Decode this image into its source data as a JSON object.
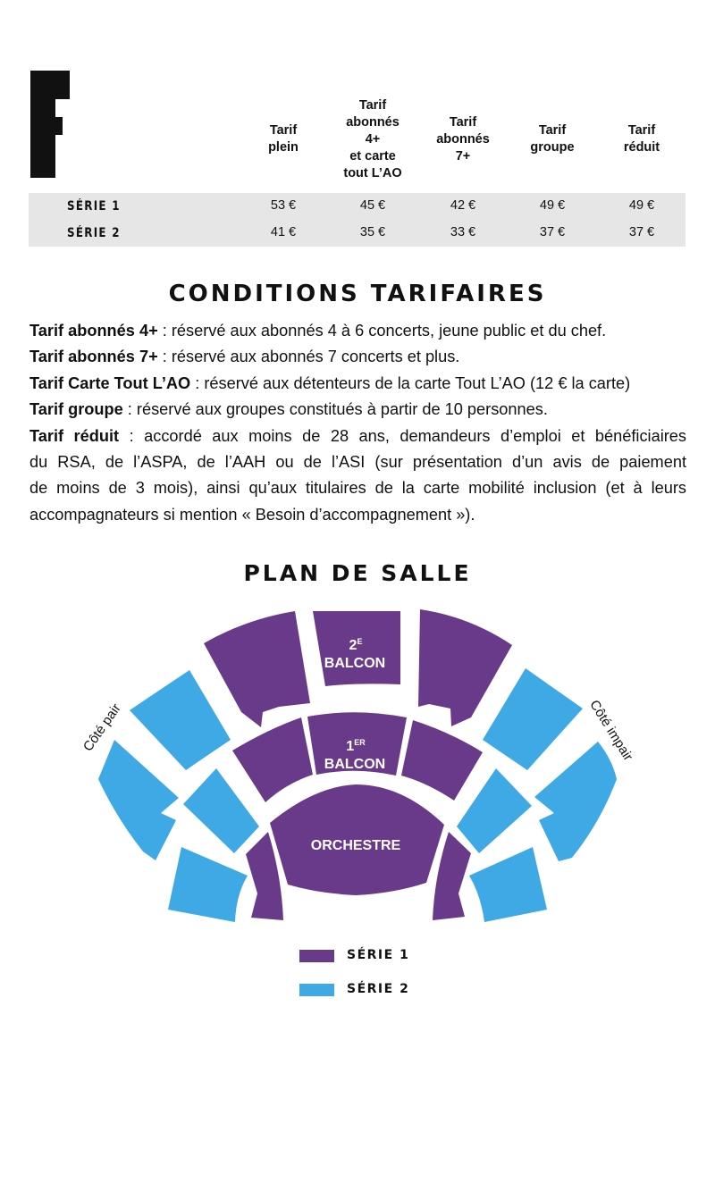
{
  "logo": {
    "letter": "F",
    "color": "#111111"
  },
  "price_table": {
    "headers": [
      "Tarif\nplein",
      "Tarif\nabonnés\n4+\net carte\ntout L’AO",
      "Tarif\nabonnés\n7+",
      "Tarif\ngroupe",
      "Tarif\nréduit"
    ],
    "rows": [
      {
        "label": "SÉRIE 1",
        "values": [
          "53 €",
          "45 €",
          "42 €",
          "49 €",
          "49 €"
        ]
      },
      {
        "label": "SÉRIE 2",
        "values": [
          "41 €",
          "35 €",
          "33 €",
          "37 €",
          "37 €"
        ]
      }
    ]
  },
  "conditions": {
    "title": "CONDITIONS TARIFAIRES",
    "items": [
      {
        "term": "Tarif abonnés 4+",
        "text": " : réservé aux abonnés 4 à 6 concerts, jeune public et du chef."
      },
      {
        "term": "Tarif abonnés 7+",
        "text": " : réservé aux abonnés 7 concerts et plus."
      },
      {
        "term": "Tarif Carte Tout L’AO",
        "text": " : réservé aux détenteurs de la carte Tout L’AO (12 € la carte)"
      },
      {
        "term": "Tarif groupe",
        "text": " : réservé aux groupes constitués à partir de 10 personnes."
      },
      {
        "term": "Tarif réduit",
        "text": " : accordé aux moins de 28 ans, demandeurs d’emploi et bénéficiaires"
      }
    ],
    "continuation": [
      "du RSA, de l’ASPA, de l’AAH ou de l’ASI (sur présentation d’un avis de paiement",
      "de moins de 3 mois), ainsi qu’aux titulaires de la carte mobilité inclusion (et à leurs",
      "accompagnateurs si mention « Besoin d’accompagnement »)."
    ]
  },
  "plan": {
    "title": "PLAN DE SALLE",
    "side_left": "Côté pair",
    "side_right": "Côté impair",
    "balcon2": {
      "num": "2",
      "sup": "E",
      "word": "BALCON"
    },
    "balcon1": {
      "num": "1",
      "sup": "ER",
      "word": "BALCON"
    },
    "orchestre": "ORCHESTRE",
    "colors": {
      "serie1": "#6a3a8a",
      "serie2": "#3fa9e6"
    }
  },
  "legend": [
    {
      "label": "SÉRIE 1",
      "color": "#6a3a8a"
    },
    {
      "label": "SÉRIE 2",
      "color": "#3fa9e6"
    }
  ]
}
